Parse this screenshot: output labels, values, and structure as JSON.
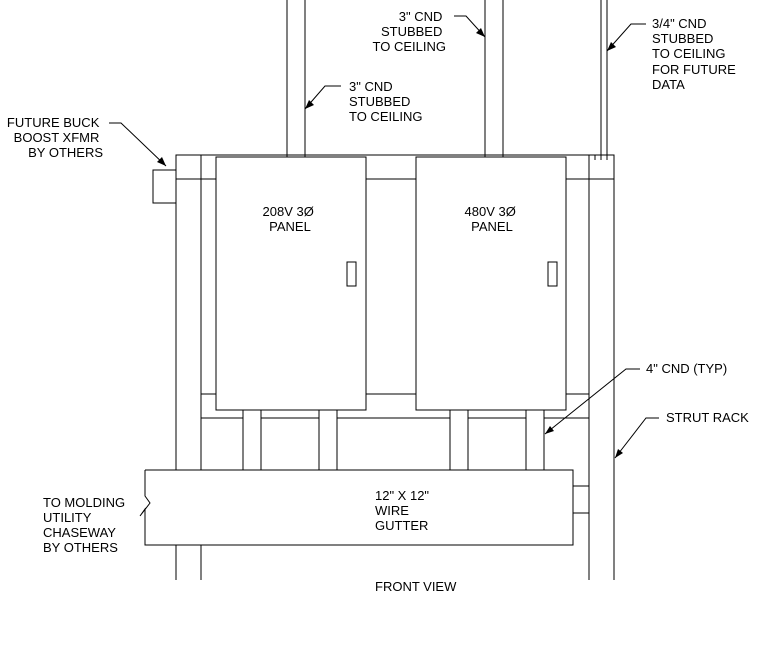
{
  "notes": {
    "cnd_top": [
      "3\" CND",
      "STUBBED",
      "TO CEILING"
    ],
    "cnd_left": [
      "3\" CND",
      "STUBBED",
      "TO CEILING"
    ],
    "cnd_data": [
      "3/4\" CND",
      "STUBBED",
      "TO CEILING",
      "FOR FUTURE",
      "DATA"
    ],
    "buck": [
      "FUTURE BUCK",
      "BOOST XFMR",
      "BY OTHERS"
    ],
    "cnd_typ": [
      "4\" CND (TYP)"
    ],
    "strut": [
      "STRUT RACK"
    ],
    "molding": [
      "TO MOLDING",
      "UTILITY",
      "CHASEWAY",
      "BY OTHERS"
    ]
  },
  "panels": {
    "left": [
      "208V 3Ø",
      "PANEL"
    ],
    "right": [
      "480V 3Ø",
      "PANEL"
    ]
  },
  "gutter": [
    "12\" X 12\"",
    "WIRE",
    "GUTTER"
  ],
  "view_title": "FRONT VIEW"
}
